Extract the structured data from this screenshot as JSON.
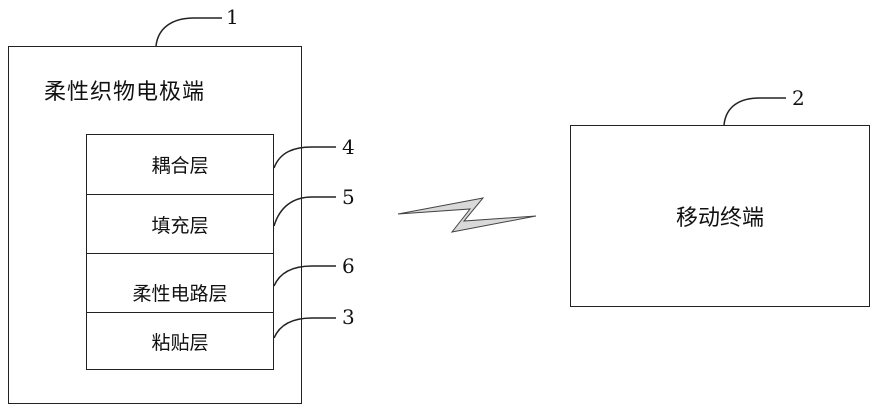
{
  "electrode": {
    "title": "柔性织物电极端",
    "number": "1",
    "layers": [
      {
        "label": "耦合层",
        "number": "4"
      },
      {
        "label": "填充层",
        "number": "5"
      },
      {
        "label": "柔性电路层",
        "number": "6"
      },
      {
        "label": "粘贴层",
        "number": "3"
      }
    ]
  },
  "mobile": {
    "title": "移动终端",
    "number": "2"
  },
  "colors": {
    "line": "#222222",
    "bolt_fill": "#d9d9d9"
  }
}
